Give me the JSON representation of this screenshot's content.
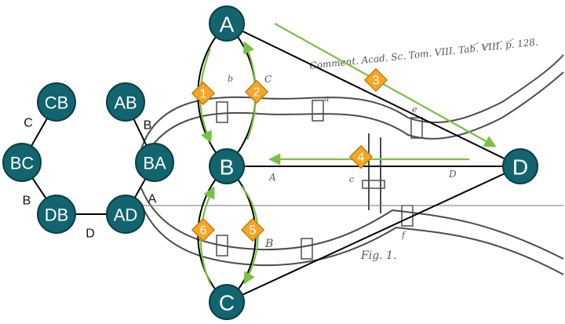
{
  "colors": {
    "node_fill": "#12646e",
    "node_stroke": "#0a3e44",
    "arrow_green": "#7ac143",
    "diamond_fill": "#f5a623",
    "diamond_stroke": "#c57f10",
    "river_ink": "#3a3a3a"
  },
  "graph_nodes": {
    "A": "A",
    "B": "B",
    "C": "C",
    "D": "D"
  },
  "line_graph_nodes": {
    "CB": "CB",
    "AB": "AB",
    "BC": "BC",
    "BA": "BA",
    "DB": "DB",
    "AD": "AD"
  },
  "line_graph_edge_labels": {
    "cb_bc": "C",
    "ab_ba": "B",
    "bc_db": "B",
    "db_ad": "D",
    "ba_ad": "A"
  },
  "step_labels": [
    "1",
    "2",
    "3",
    "4",
    "5",
    "6"
  ],
  "engraving": {
    "caption": "Comment. Acad. Sc. Tom. VIII. Tab. VIII. p. 128.",
    "fig": "Fig. 1.",
    "label_A": "A",
    "label_D": "D",
    "label_B": "B",
    "label_C": "C",
    "label_a": "a",
    "label_b": "b",
    "label_c": "c",
    "label_e": "e",
    "label_f": "f"
  }
}
